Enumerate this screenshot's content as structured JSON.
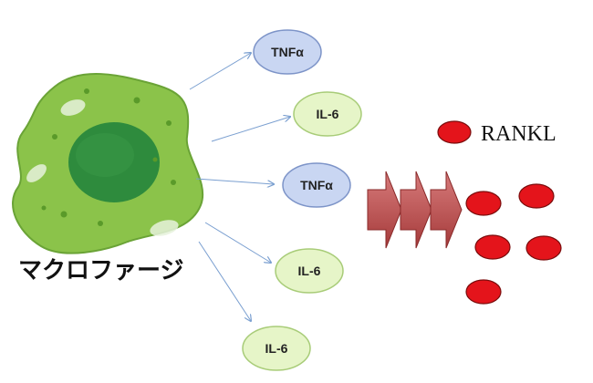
{
  "cell": {
    "label": "マクロファージ",
    "icon": "macrophage-icon"
  },
  "cytokines": [
    {
      "label": "TNFα",
      "kind": "tnf"
    },
    {
      "label": "IL-6",
      "kind": "il6"
    },
    {
      "label": "TNFα",
      "kind": "tnf"
    },
    {
      "label": "IL-6",
      "kind": "il6"
    },
    {
      "label": "IL-6",
      "kind": "il6"
    }
  ],
  "legend": {
    "label": "RANKL",
    "icon": "red-ellipse-icon"
  },
  "rankl_count": 5,
  "colors": {
    "tnf_fill": "#c9d6f2",
    "tnf_stroke": "#7d94c8",
    "il6_fill": "#e6f5c8",
    "il6_stroke": "#a8cc78",
    "rankl": "#e4141b",
    "arrow": "#b44a4a",
    "connector": "#7a9fd0",
    "cell_body": "#8bc34a",
    "nucleus": "#2e8b3d"
  }
}
